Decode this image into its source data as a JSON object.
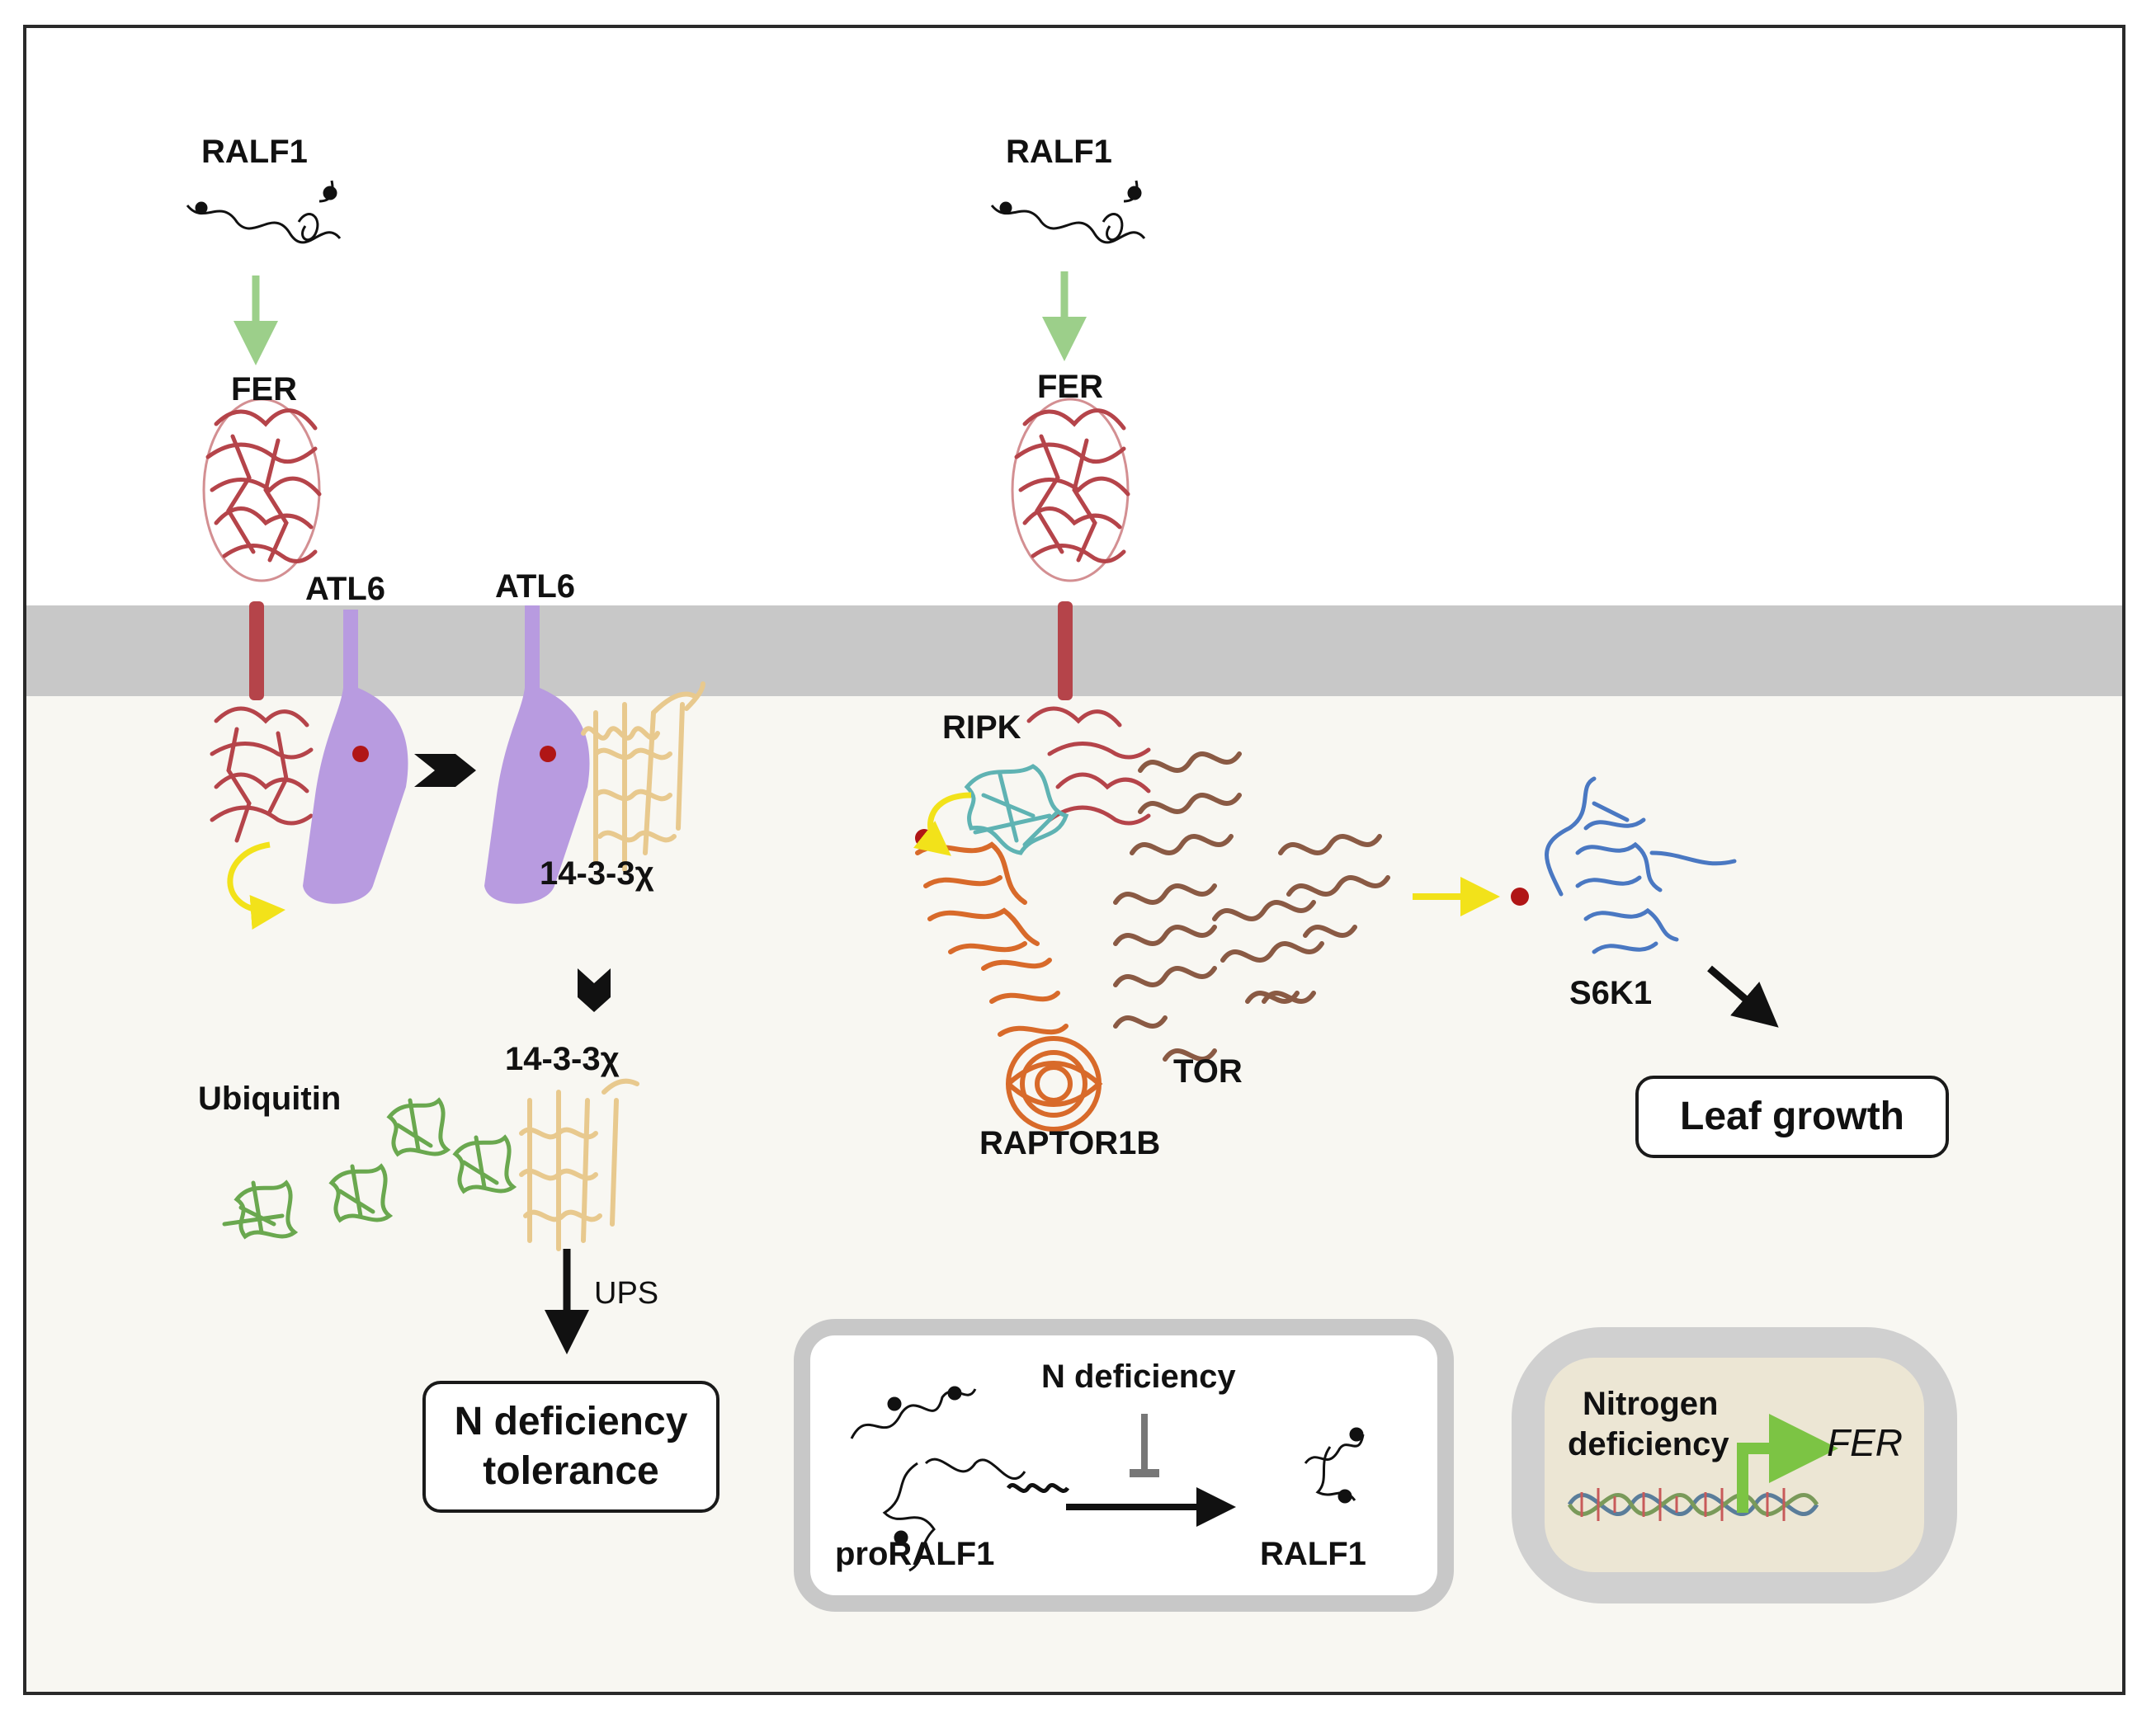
{
  "left_pathway": {
    "ligand": "RALF1",
    "receptor": "FER",
    "atl6_first": "ATL6",
    "atl6_second": "ATL6",
    "chaperone_bound": "14-3-3χ",
    "chaperone_free": "14-3-3χ",
    "ubiquitin": "Ubiquitin",
    "degradation": "UPS",
    "outcome": "N deficiency tolerance"
  },
  "right_pathway": {
    "ligand": "RALF1",
    "receptor": "FER",
    "kinase": "RIPK",
    "tor": "TOR",
    "raptor": "RAPTOR1B",
    "substrate": "S6K1",
    "outcome": "Leaf growth"
  },
  "processing_inset": {
    "precursor": "proRALF1",
    "product": "RALF1",
    "inhibitor": "N deficiency"
  },
  "induction_inset": {
    "condition_line1": "Nitrogen",
    "condition_line2": "deficiency",
    "gene": "FER"
  },
  "colors": {
    "fer": "#b5444a",
    "atl6": "#b89be0",
    "chaperone": "#e8c98e",
    "ubiquitin": "#6aa84f",
    "ripk": "#5fb3b3",
    "raptor": "#d86a2a",
    "tor": "#8a5a44",
    "s6k1": "#4a78c2",
    "activation_arrow": "#9ccf8a",
    "phosphorylation_arrow": "#f2e21a",
    "induction_arrow": "#7cc444",
    "membrane": "#c8c8c8"
  }
}
